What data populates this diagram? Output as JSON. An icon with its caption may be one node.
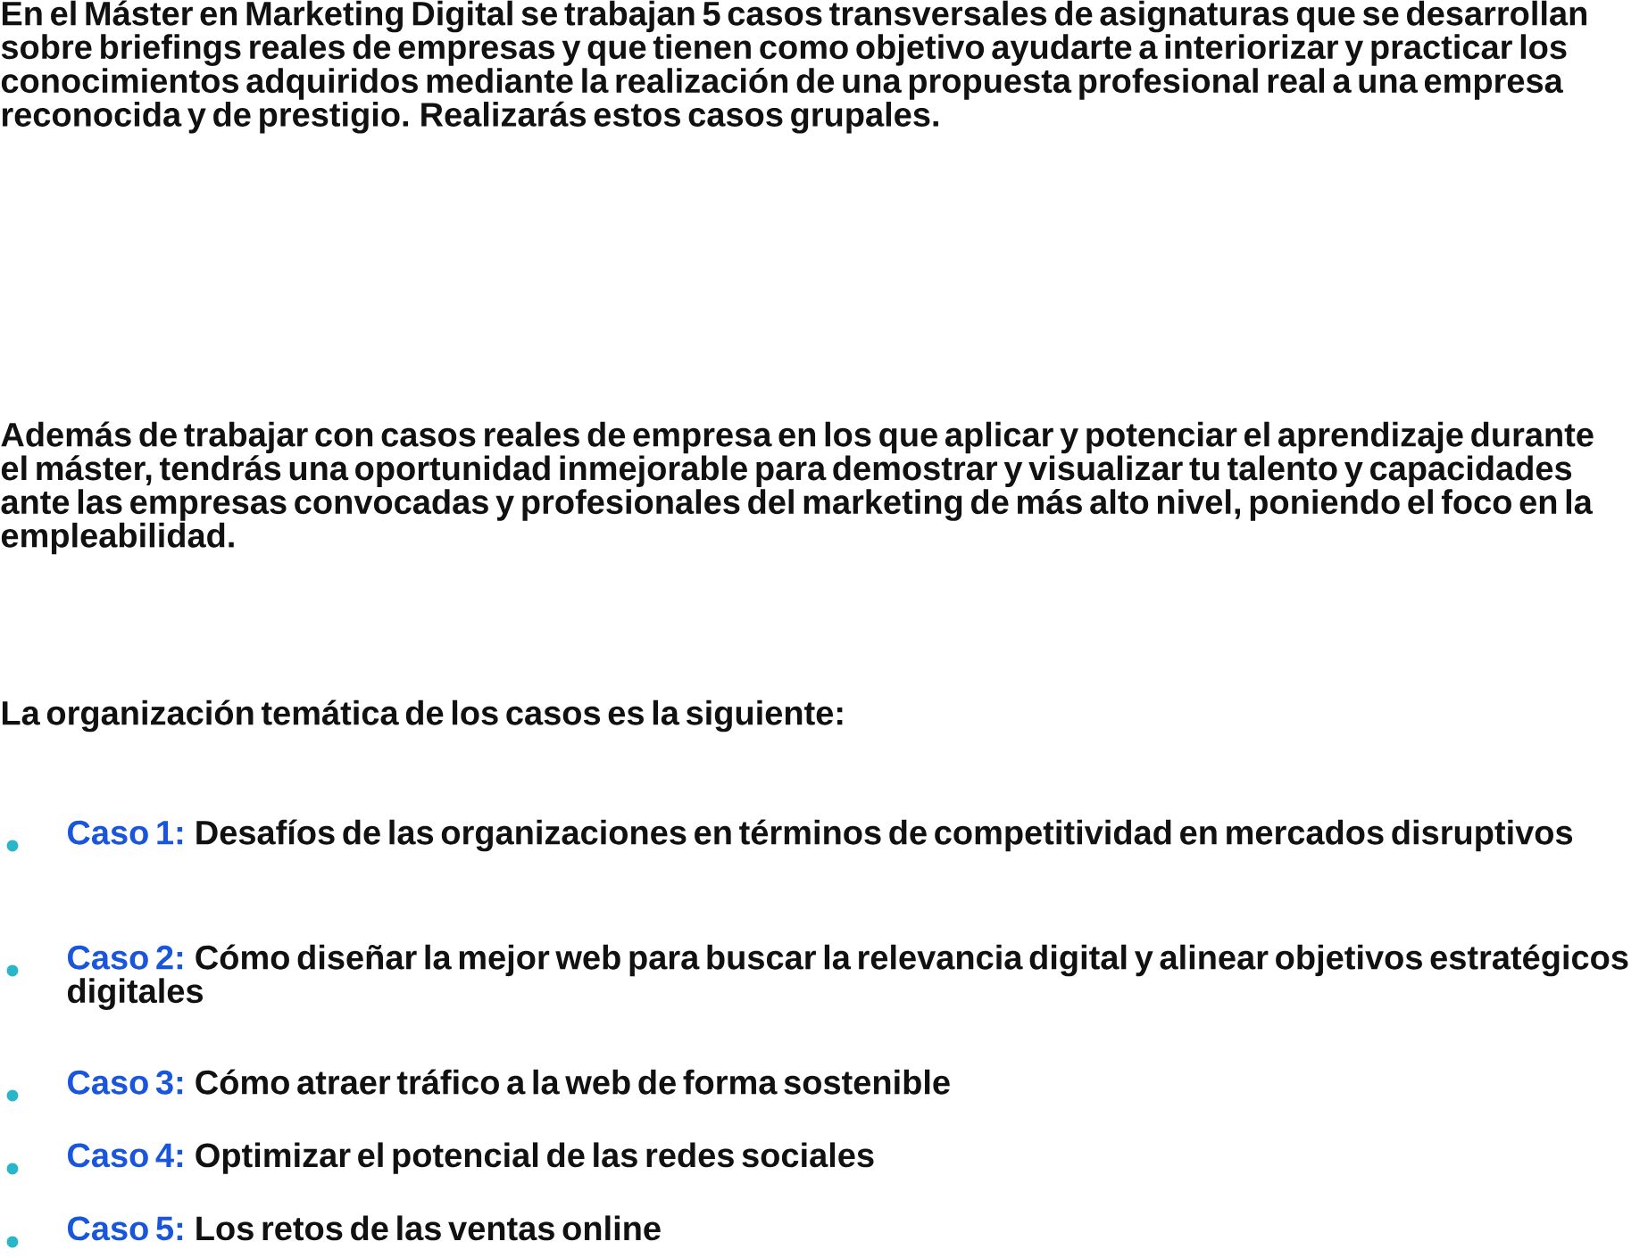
{
  "diagram": {
    "labels": [
      "En el Máster en Marketing Digital se trabajan 5 casos transversales de asignaturas que se desarrollan sobre briefings reales de empresas y que tienen como objetivo ayudarte a interiorizar y practicar los conocimientos adquiridos mediante la realización de una propuesta profesional real a una empresa reconocida y de prestigio. Realizarás estos casos grupales.",
      "Además de trabajar con casos reales de empresa en los que aplicar y potenciar el aprendizaje durante el máster, tendrás una oportunidad inmejorable para demostrar y visualizar tu talento y capacidades ante las empresas convocadas y profesionales del marketing de más alto nivel, poniendo el foco en la empleabilidad.",
      "La organización temática de los casos es la siguiente:",
      "Caso 1:",
      "Desafíos de las organizaciones en términos de competitividad en mercados disruptivos",
      "Caso 2:",
      "Cómo diseñar la mejor web para buscar la relevancia digital y alinear objetivos estratégicos digitales",
      "Caso 3:",
      "Cómo atraer tráfico a la web de forma sostenible",
      "Caso 4:",
      "Optimizar el potencial de las redes sociales",
      "Caso 5:",
      "Los retos de las ventas online"
    ]
  }
}
